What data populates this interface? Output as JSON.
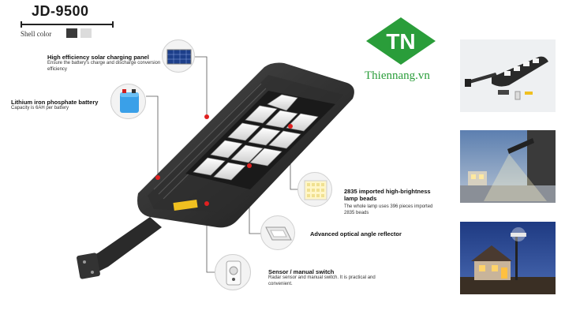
{
  "header": {
    "model": "JD-9500",
    "shell_color_label": "Shell color",
    "shell_colors": [
      "#3a3a3a",
      "#dcdcdc"
    ]
  },
  "features": [
    {
      "title": "High efficiency solar charging panel",
      "desc": "Ensure the battery's charge and discharge conversion efficiency"
    },
    {
      "title": "Lithium iron phosphate battery",
      "desc": "Capacity is 6AH per battery"
    },
    {
      "title": "2835 imported high-brightness lamp beads",
      "desc": "The whole lamp uses 396 pieces imported 2835 beads"
    },
    {
      "title": "Advanced optical angle reflector",
      "desc": ""
    },
    {
      "title": "Sensor / manual switch",
      "desc": "Radar sensor and manual switch. It is practical and convenient."
    }
  ],
  "logo": {
    "text": "Thiennang.vn",
    "monogram": "TN",
    "color": "#2a9d3a"
  },
  "accent": "#e02020"
}
